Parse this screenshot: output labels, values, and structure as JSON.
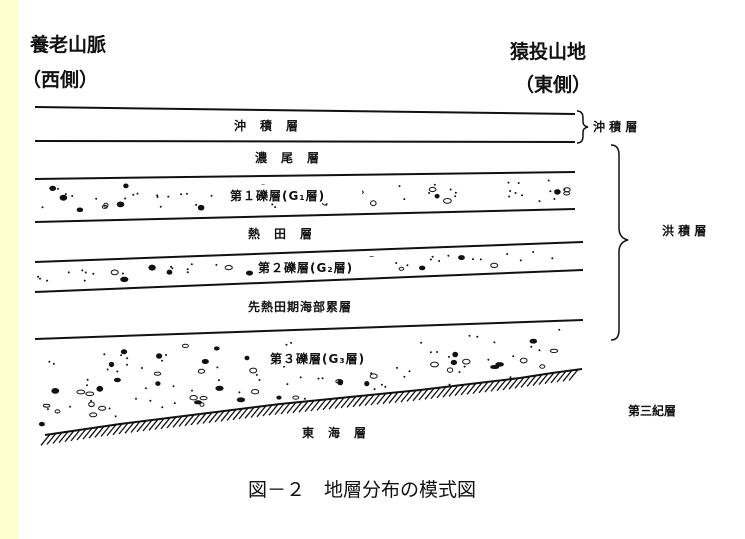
{
  "left_region": {
    "name": "養老山脈",
    "side": "（西側）"
  },
  "right_region": {
    "name": "猿投山地",
    "side": "（東側）"
  },
  "layers": {
    "alluvium": "沖　積　層",
    "noubi": "濃　尾　層",
    "g1": "第１礫層(G₁層)",
    "atsuta": "熱　田　層",
    "g2": "第２礫層(G₂層)",
    "pre_atsuta": "先熱田期海部累層",
    "g3": "第３礫層(G₃層)",
    "tokai": "東　海　層"
  },
  "groups": {
    "alluvium": "沖 積 層",
    "diluvium": "洪 積 層",
    "tertiary": "第三紀層"
  },
  "caption": "図－２　地層分布の模式図"
}
